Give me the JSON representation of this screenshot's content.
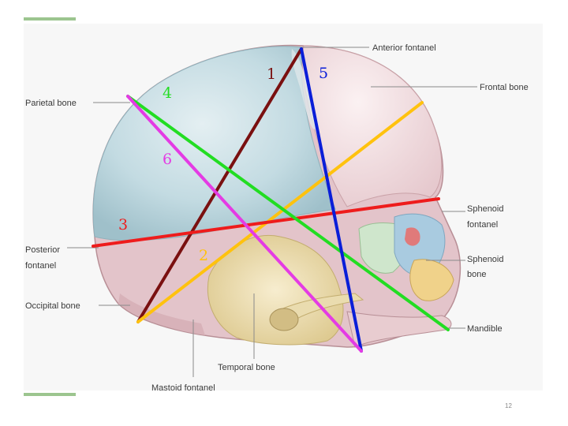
{
  "labels": {
    "anterior_fontanel": "Anterior fontanel",
    "frontal_bone": "Frontal bone",
    "parietal_bone": "Parietal bone",
    "sphenoid_fontanel_line1": "Sphenoid",
    "sphenoid_fontanel_line2": "fontanel",
    "posterior_fontanel_line1": "Posterior",
    "posterior_fontanel_line2": "fontanel",
    "sphenoid_bone_line1": "Sphenoid",
    "sphenoid_bone_line2": "bone",
    "occipital_bone": "Occipital bone",
    "mandible": "Mandible",
    "temporal_bone": "Temporal bone",
    "mastoid_fontanel": "Mastoid fontanel"
  },
  "lines": [
    {
      "number": "1",
      "color": "#7a1010"
    },
    {
      "number": "2",
      "color": "#ffc20e"
    },
    {
      "number": "3",
      "color": "#ee1c1c"
    },
    {
      "number": "4",
      "color": "#22dd22"
    },
    {
      "number": "5",
      "color": "#0a1ed8"
    },
    {
      "number": "6",
      "color": "#e43be4"
    }
  ],
  "page_number": "12",
  "colors": {
    "accent_bar": "#9cc58f",
    "parietal": "#bcd6de",
    "frontal": "#f1dde0",
    "temporal": "#efe1b8",
    "occipital": "#e6c6cc",
    "sphenoid": "#c9e4c6"
  }
}
